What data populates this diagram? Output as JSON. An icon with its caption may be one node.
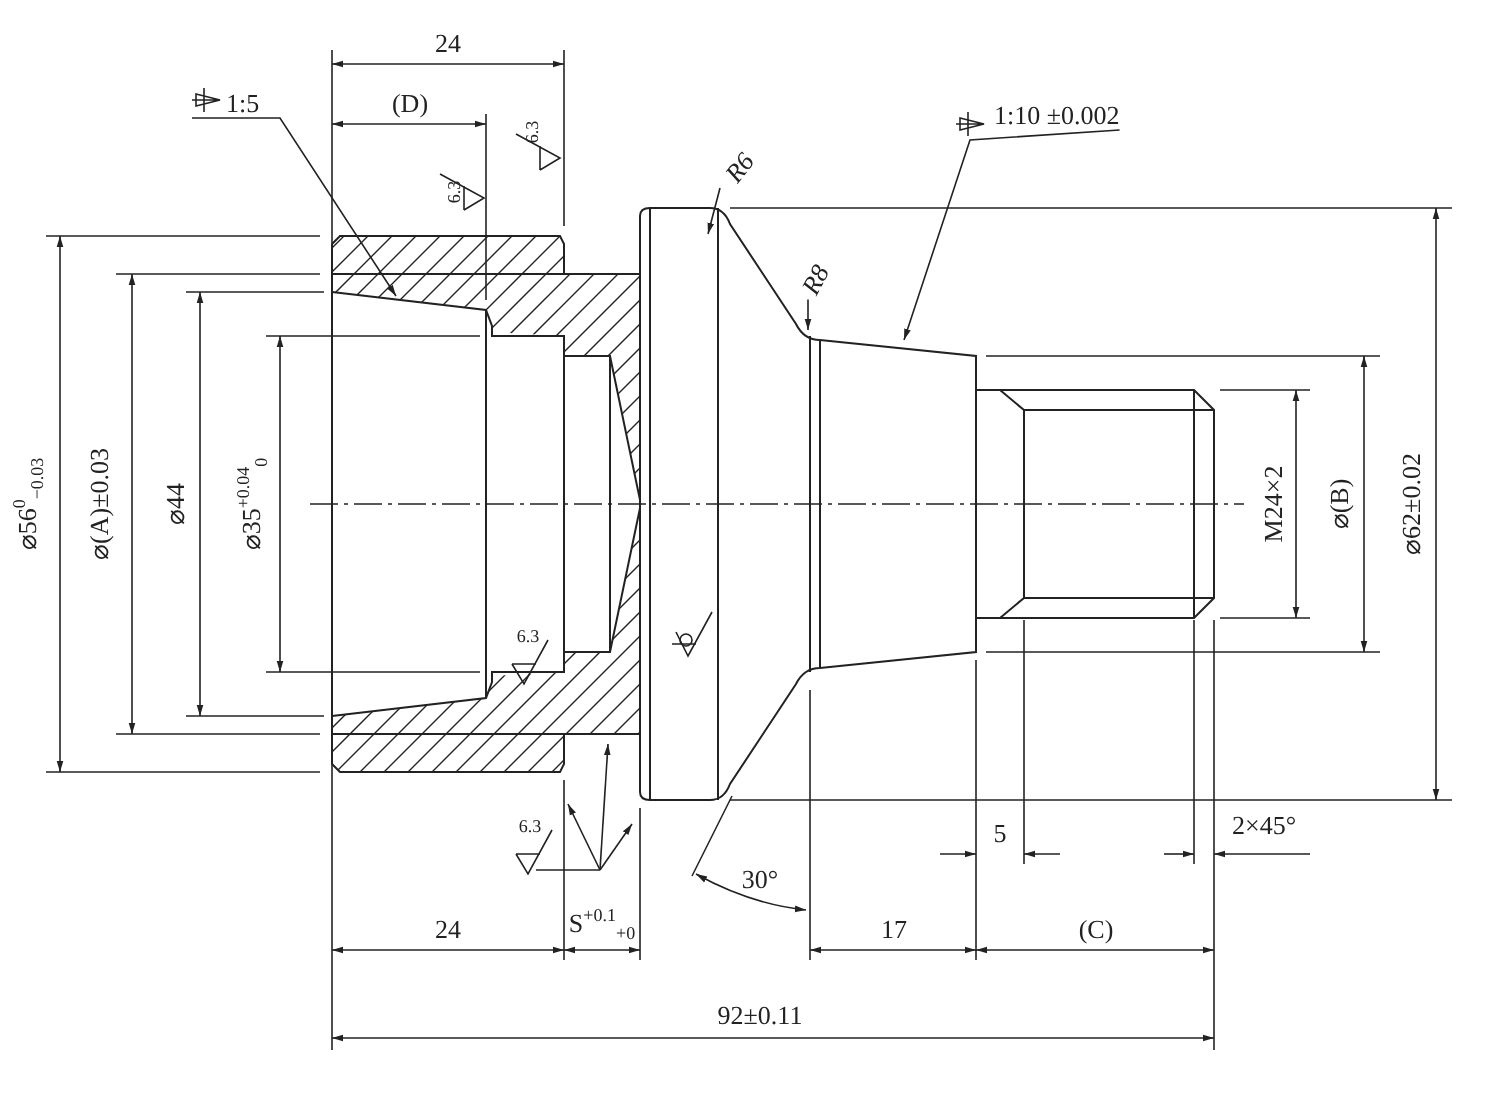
{
  "diagram": {
    "nodes": [
      {
        "text": [
          "1:5"
        ]
      },
      {
        "text": [
          "R6"
        ]
      },
      {
        "text": [
          "1:10 ±0.002"
        ]
      },
      {
        "text": [
          "R8"
        ]
      }
    ],
    "edges": [
      {
        "from": 0,
        "to": null,
        "arrow": "to"
      },
      {
        "from": 1,
        "to": null,
        "arrow": "to"
      },
      {
        "from": 2,
        "to": null,
        "arrow": "to"
      },
      {
        "from": 3,
        "to": null,
        "arrow": "to"
      }
    ],
    "labels": [
      "24",
      "(D)",
      "6.3",
      "6.3",
      "⌀56$^{0}$$_{−0.03}$",
      "⌀(A)±0.03",
      "⌀44",
      "⌀35$^{+0.04}$$_{0}$",
      "M24×2",
      "⌀(B)",
      "⌀62±0.02",
      "6.3",
      "6.3",
      "5",
      "2×45°",
      "30°",
      "24",
      "S$^{+0.1}$$_{+0}$",
      "17",
      "(C)",
      "92±0.11"
    ]
  }
}
